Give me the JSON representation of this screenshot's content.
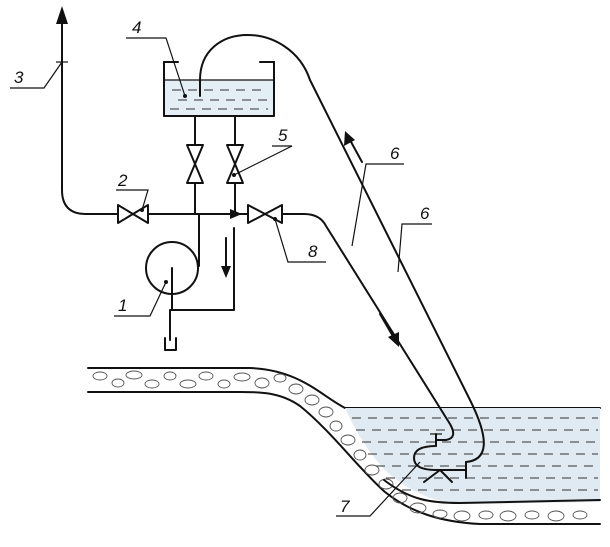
{
  "diagram": {
    "labels": {
      "n1": "1",
      "n2": "2",
      "n3": "3",
      "n4": "4",
      "n5": "5",
      "n6a": "6",
      "n6b": "6",
      "n7": "7",
      "n8": "8"
    }
  },
  "colors": {
    "line": "#111111",
    "water": "#dfeaf2",
    "tank_liquid": "#e4eef5",
    "soil": "#ffffff"
  }
}
